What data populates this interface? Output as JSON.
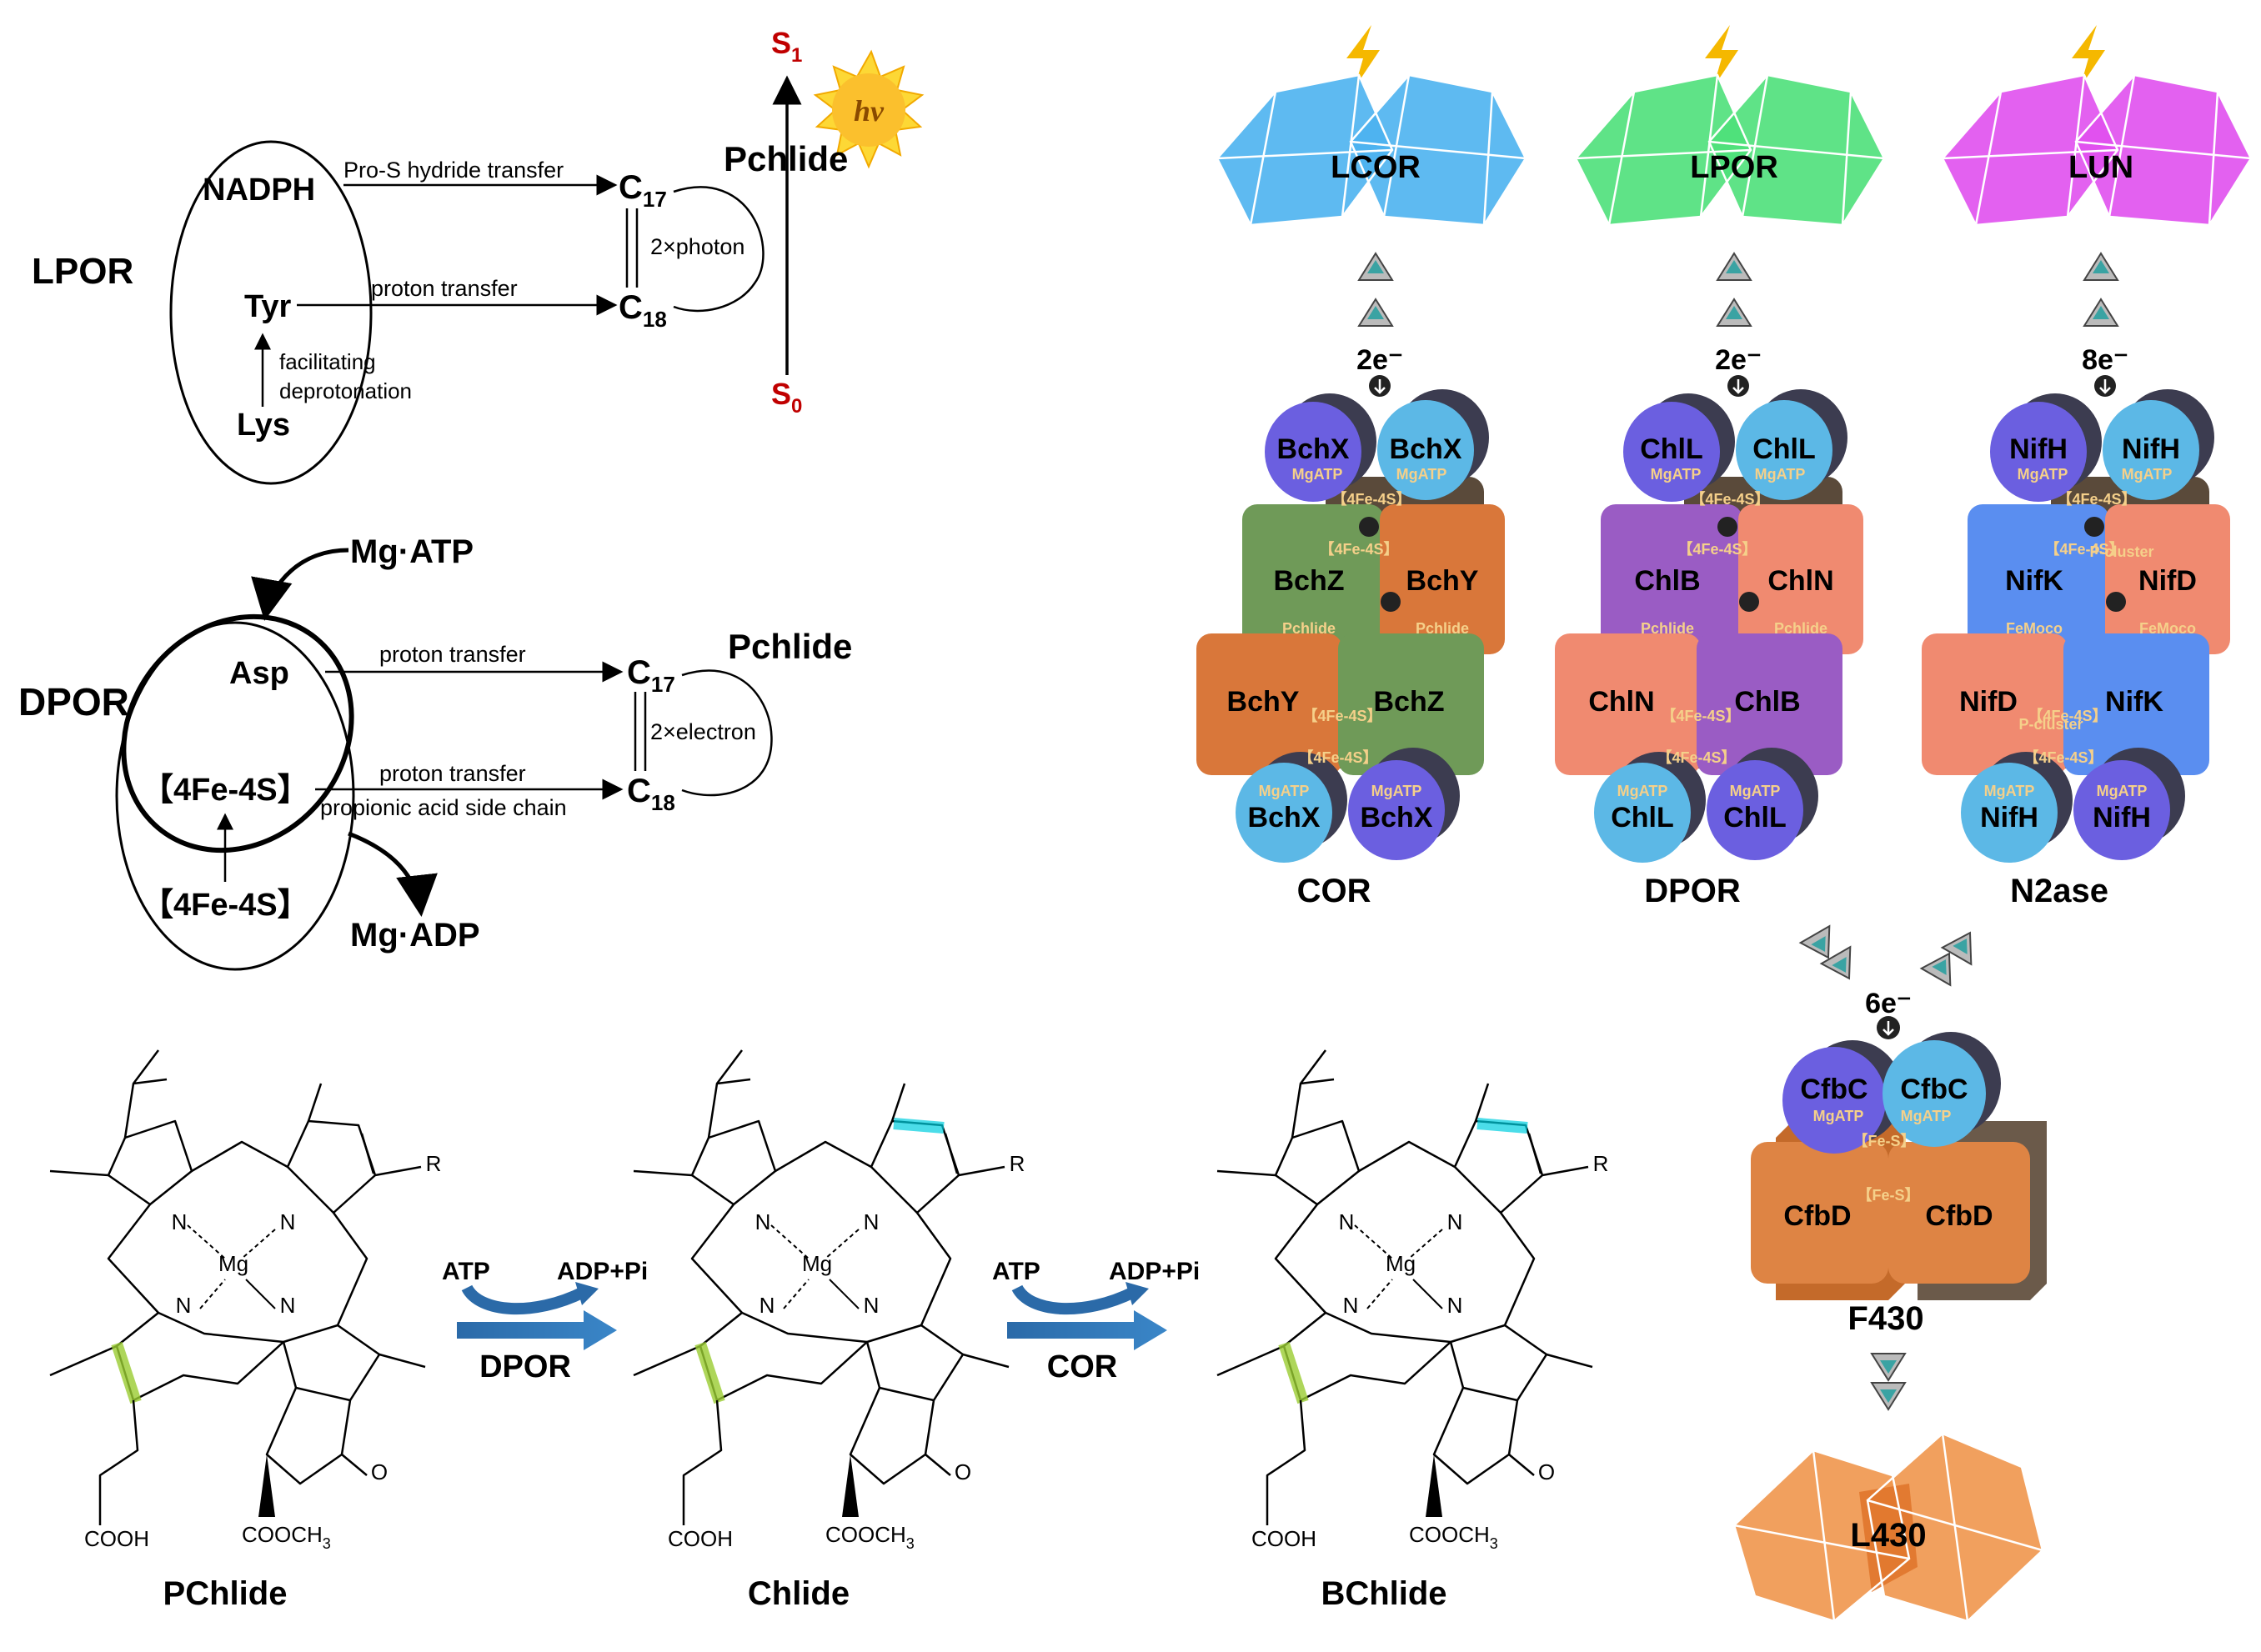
{
  "lpor": {
    "name": "LPOR",
    "nadph": "NADPH",
    "tyr": "Tyr",
    "lys": "Lys",
    "hydride": "Pro-S hydride transfer",
    "proton": "proton transfer",
    "facil1": "facilitating",
    "facil2": "deprotonation",
    "photon": "2×photon",
    "c17": "C",
    "c17sub": "17",
    "c18": "C",
    "c18sub": "18",
    "pchlide": "Pchlide",
    "s1": "S",
    "s1sub": "1",
    "s0": "S",
    "s0sub": "0",
    "hv": "hv"
  },
  "dpor": {
    "name": "DPOR",
    "mgatp": "Mg·ATP",
    "mgadp": "Mg·ADP",
    "asp": "Asp",
    "fes1": "【4Fe-4S】",
    "fes2": "【4Fe-4S】",
    "proton1": "proton transfer",
    "proton2": "proton transfer",
    "propionic": "propionic acid side chain",
    "electron": "2×electron",
    "pchlide": "Pchlide",
    "c17": "C",
    "c17sub": "17",
    "c18": "C",
    "c18sub": "18"
  },
  "structures": {
    "pchlide": "PChlide",
    "chlide": "Chlide",
    "bchlide": "BChlide",
    "mg": "Mg",
    "n": "N",
    "r": "R",
    "cooh": "COOH",
    "cooch3": "COOCH",
    "sub3": "3",
    "o": "O",
    "atp1": "ATP",
    "adp1": "ADP+Pi",
    "enz1": "DPOR",
    "atp2": "ATP",
    "adp2": "ADP+Pi",
    "enz2": "COR"
  },
  "enzymes": [
    {
      "top": "LCOR",
      "top_color": "#4db3ef",
      "electrons": "2e⁻",
      "fe_top": "BchX",
      "fe_top2": "BchX",
      "mo_a": "BchZ",
      "mo_b": "BchY",
      "mo_c": "BchY",
      "mo_d": "BchZ",
      "cof": "Pchlide",
      "cof2": "Pchlide",
      "fe_bot": "BchX",
      "fe_bot2": "BchX",
      "label": "COR",
      "c_a": "#6f9a58",
      "c_b": "#d9773a",
      "mgatp": "MgATP",
      "cluster": "【4Fe-4S】"
    },
    {
      "top": "LPOR",
      "top_color": "#4ee07a",
      "electrons": "2e⁻",
      "fe_top": "ChlL",
      "fe_top2": "ChlL",
      "mo_a": "ChlB",
      "mo_b": "ChlN",
      "mo_c": "ChlN",
      "mo_d": "ChlB",
      "cof": "Pchlide",
      "cof2": "Pchlide",
      "fe_bot": "ChlL",
      "fe_bot2": "ChlL",
      "label": "DPOR",
      "c_a": "#9a5cc4",
      "c_b": "#f08a70",
      "mgatp": "MgATP",
      "cluster": "【4Fe-4S】"
    },
    {
      "top": "LUN",
      "top_color": "#e050ee",
      "electrons": "8e⁻",
      "fe_top": "NifH",
      "fe_top2": "NifH",
      "mo_a": "NifK",
      "mo_b": "NifD",
      "mo_c": "NifD",
      "mo_d": "NifK",
      "cof": "FeMoco",
      "cof2": "FeMoco",
      "fe_bot": "NifH",
      "fe_bot2": "NifH",
      "label": "N2ase",
      "c_a": "#5a8ef0",
      "c_b": "#f08a70",
      "mgatp": "MgATP",
      "cluster": "【4Fe-4S】",
      "pcluster": "P-cluster"
    }
  ],
  "f430": {
    "electrons": "6e⁻",
    "fe_a": "CfbC",
    "fe_b": "CfbC",
    "mgatp": "MgATP",
    "fes": "【Fe-S】",
    "mo_a": "CfbD",
    "mo_b": "CfbD",
    "label": "F430",
    "product": "L430"
  }
}
